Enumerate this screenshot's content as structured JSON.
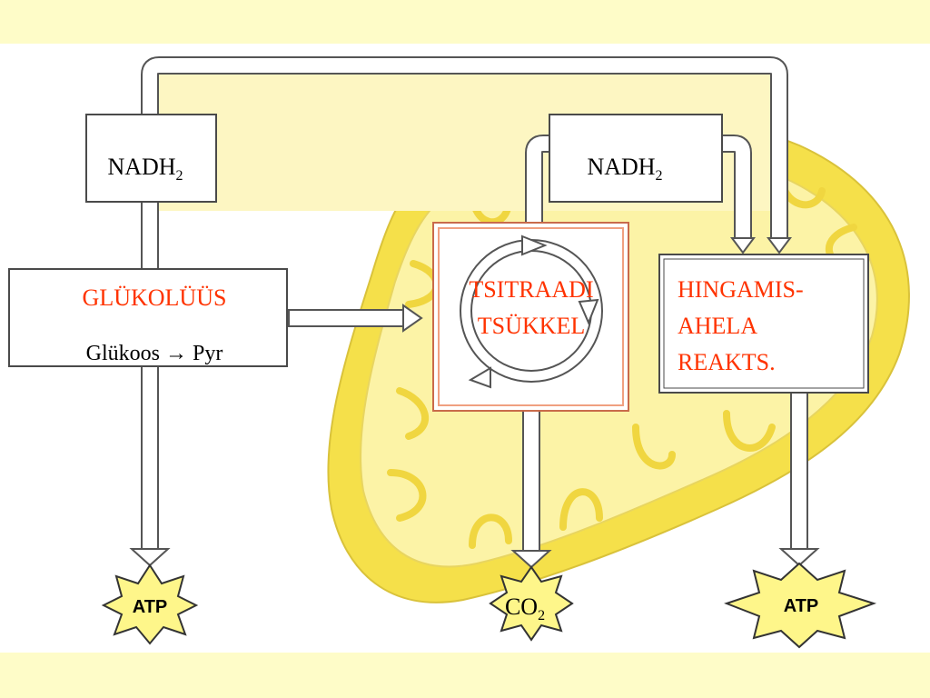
{
  "slide": {
    "background": "#fefcc8",
    "panel_color": "#ffffff",
    "mito_outer": "#f5e04a",
    "mito_inner": "#fcf3a6",
    "accent_red": "#ff3300"
  },
  "nodes": {
    "nadh_left": {
      "base": "NADH",
      "sub": "2"
    },
    "nadh_right": {
      "base": "NADH",
      "sub": "2"
    },
    "glycolysis": {
      "title": "GLÜKOLÜÜS",
      "reaction_from": "Glükoos",
      "arrow": "→",
      "reaction_to": "Pyr"
    },
    "citric_cycle": {
      "line1": "TSITRAADI",
      "line2": "TSÜKKEL"
    },
    "resp_chain": {
      "line1": "HINGAMIS-",
      "line2": "AHELA",
      "line3": "REAKTS."
    },
    "atp_left": {
      "label": "ATP"
    },
    "atp_right": {
      "label": "ATP"
    },
    "co2": {
      "base": "CO",
      "sub": "2"
    }
  }
}
